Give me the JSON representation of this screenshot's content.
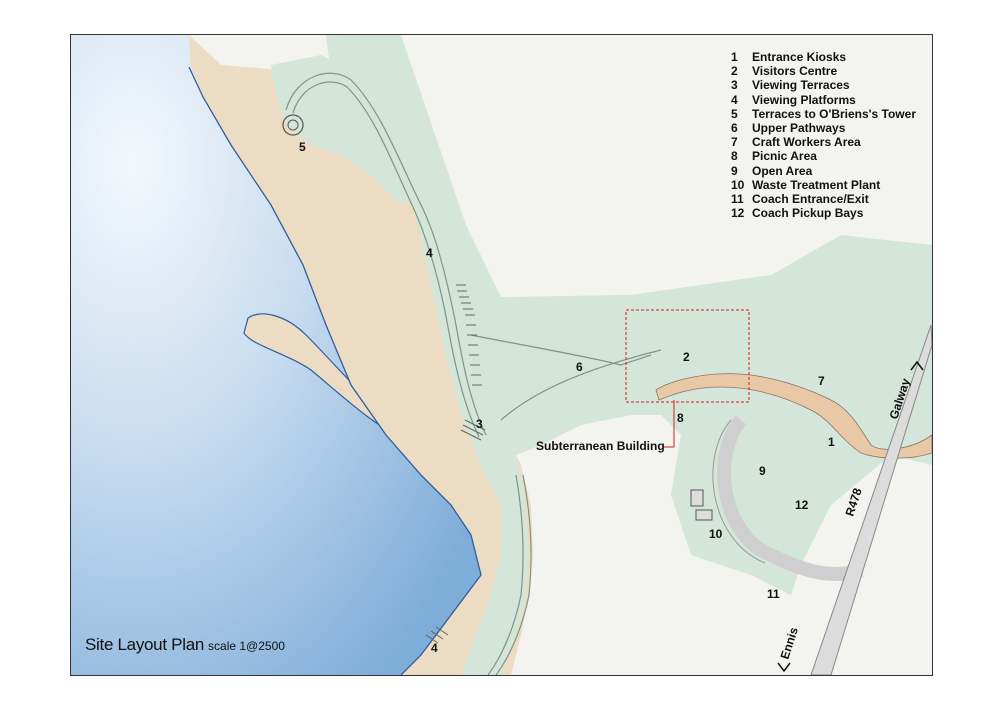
{
  "title": "Site Layout Plan",
  "scale_label": "scale 1@2500",
  "legend": [
    {
      "num": "1",
      "label": "Entrance Kiosks"
    },
    {
      "num": "2",
      "label": "Visitors Centre"
    },
    {
      "num": "3",
      "label": "Viewing Terraces"
    },
    {
      "num": "4",
      "label": "Viewing Platforms"
    },
    {
      "num": "5",
      "label": "Terraces to O'Briens's Tower"
    },
    {
      "num": "6",
      "label": "Upper Pathways"
    },
    {
      "num": "7",
      "label": "Craft Workers Area"
    },
    {
      "num": "8",
      "label": "Picnic Area"
    },
    {
      "num": "9",
      "label": "Open Area"
    },
    {
      "num": "10",
      "label": "Waste Treatment Plant"
    },
    {
      "num": "11",
      "label": "Coach Entrance/Exit"
    },
    {
      "num": "12",
      "label": "Coach Pickup Bays"
    }
  ],
  "callouts": {
    "subterranean": "Subterranean Building"
  },
  "map_labels": {
    "n1": "1",
    "n2": "2",
    "n3": "3",
    "n4a": "4",
    "n4b": "4",
    "n5": "5",
    "n6": "6",
    "n7": "7",
    "n8": "8",
    "n9": "9",
    "n10": "10",
    "n11": "11",
    "n12": "12"
  },
  "road_labels": {
    "road": "R478",
    "north": "Galway",
    "south": "Ennis"
  },
  "colors": {
    "sea": "#a9c8e6",
    "shore": "#2a5fa0",
    "sand": "#ecdcc3",
    "green": "#d3e6d9",
    "land": "#f3f4ef",
    "paving": "#e9c8a8",
    "road": "#d9d9d9",
    "boundary": "#d02020"
  }
}
